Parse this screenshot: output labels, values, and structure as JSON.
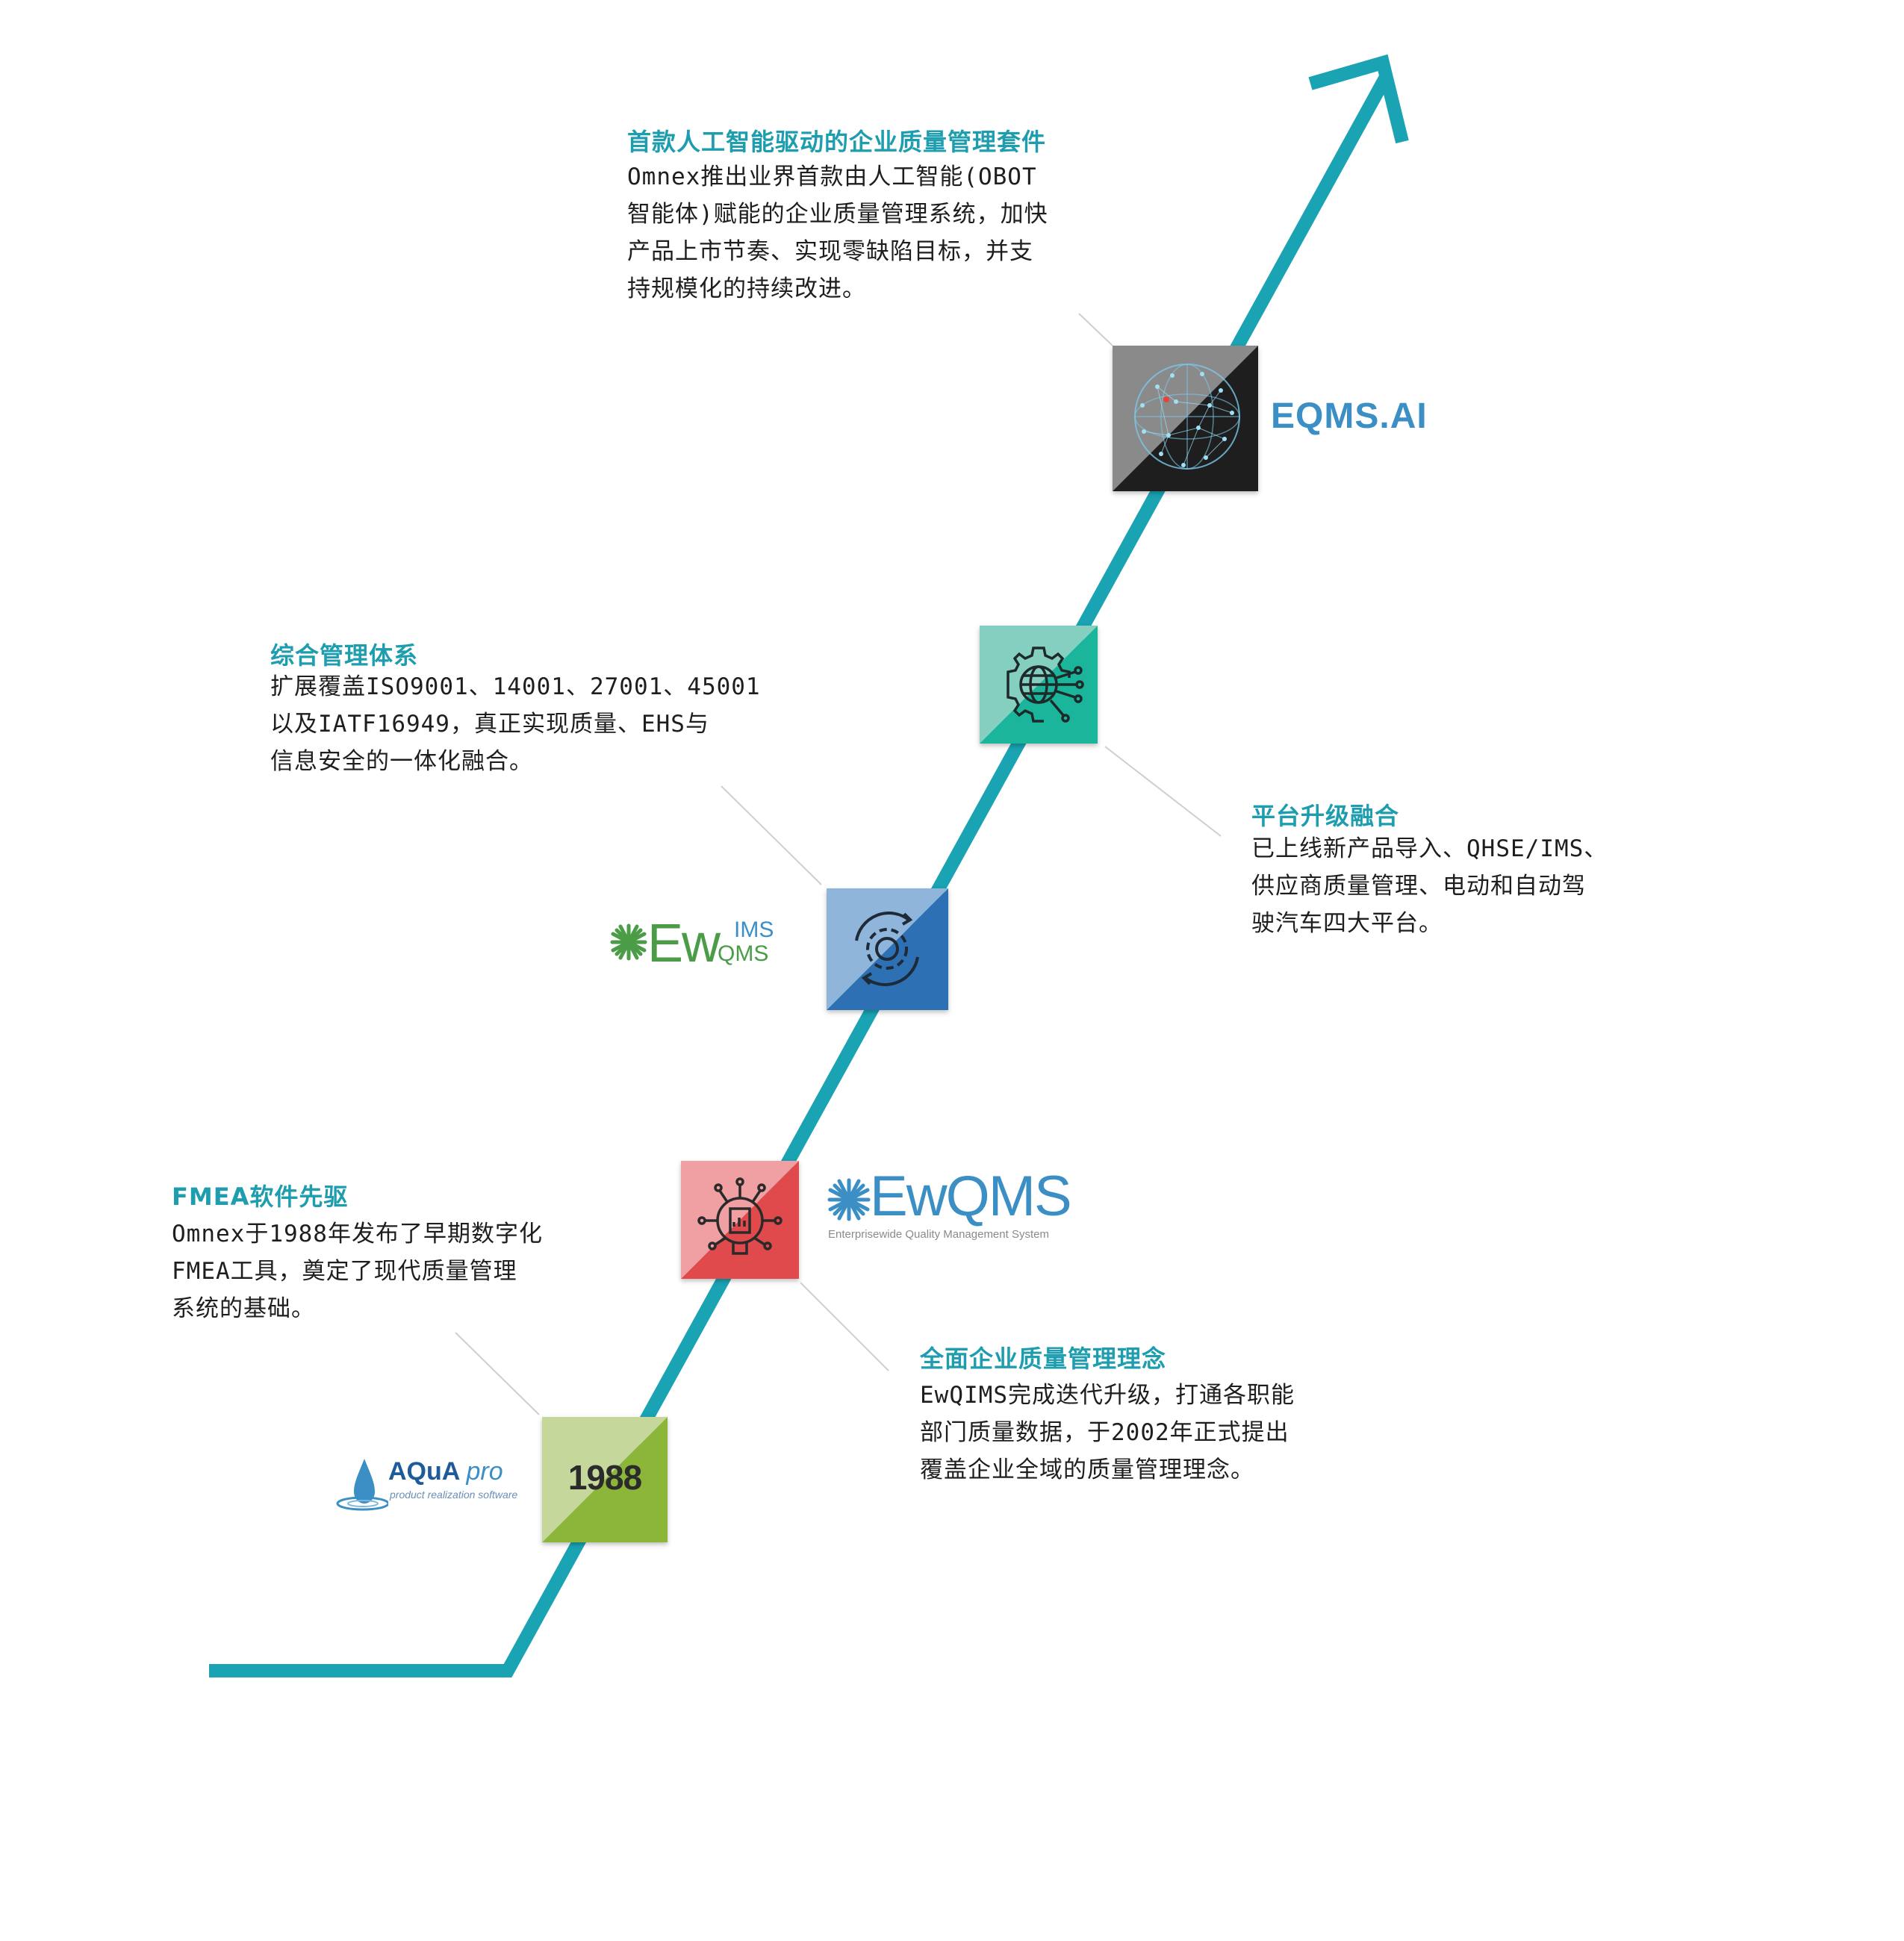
{
  "milestones": [
    {
      "title": "FMEA软件先驱",
      "lines": [
        "Omnex于1988年发布了早期数字化",
        "FMEA工具，奠定了现代质量管理",
        "系统的基础。"
      ],
      "box_label": "1988",
      "logo": {
        "name": "AQuA",
        "suffix": "pro",
        "tagline": "product realization software"
      }
    },
    {
      "title": "全面企业质量管理理念",
      "lines": [
        "EwQIMS完成迭代升级，打通各职能",
        "部门质量数据，于2002年正式提出",
        "覆盖企业全域的质量管理理念。"
      ],
      "logo": {
        "name": "EwQMS",
        "tagline": "Enterprisewide Quality Management System"
      }
    },
    {
      "title": "综合管理体系",
      "lines": [
        "扩展覆盖ISO9001、14001、27001、45001",
        "以及IATF16949，真正实现质量、EHS与",
        "信息安全的一体化融合。"
      ],
      "logo": {
        "name": "Ew",
        "top": "IMS",
        "bottom": "QMS"
      }
    },
    {
      "title": "平台升级融合",
      "lines": [
        "已上线新产品导入、QHSE/IMS、",
        "供应商质量管理、电动和自动驾",
        "驶汽车四大平台。"
      ]
    },
    {
      "title": "首款人工智能驱动的企业质量管理套件",
      "lines": [
        "Omnex推出业界首款由人工智能(OBOT",
        "智能体)赋能的企业质量管理系统，加快",
        "产品上市节奏、实现零缺陷目标，并支",
        "持规模化的持续改进。"
      ],
      "logo": {
        "name": "EQMS.AI"
      }
    }
  ],
  "colors": {
    "arrow": "#1aa3b2",
    "accent_text": "#1d9dae",
    "box_1988": [
      "#c5d79a",
      "#8cb63a"
    ],
    "box_red": [
      "#f0a0a2",
      "#e04a4c"
    ],
    "box_blue": [
      "#8fb5da",
      "#2d70b4"
    ],
    "box_teal": [
      "#84cfbf",
      "#1bb59b"
    ],
    "box_ai": [
      "#8a8a8a",
      "#1e1e1e"
    ],
    "logo_green": "#4a9d46",
    "logo_blue": "#3b8fc4"
  },
  "icons": {
    "box_1988": "none",
    "box_red": "chip-document-gear-icon",
    "box_blue": "gear-cycle-icon",
    "box_teal": "gear-globe-network-icon",
    "box_ai": "network-globe-image"
  }
}
